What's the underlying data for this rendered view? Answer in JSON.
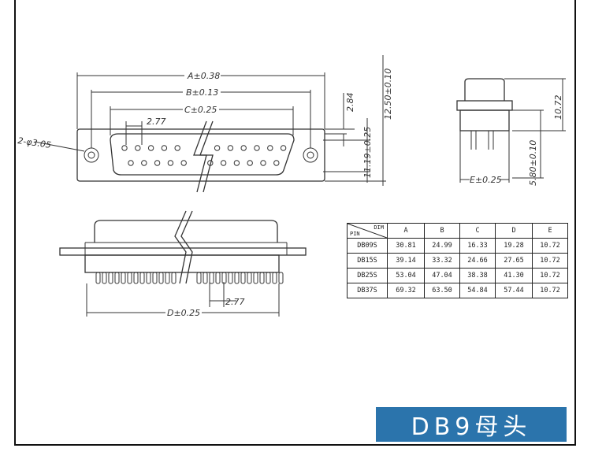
{
  "dimensions": {
    "a": "A±0.38",
    "b": "B±0.13",
    "c": "C±0.25",
    "pitch_top": "2.77",
    "hole": "2-φ3.05",
    "shell_height": "2.84",
    "body_height": "12.50±0.10",
    "pin_row": "11.19±0.25",
    "side_height": "10.72",
    "e": "E±0.25",
    "side_depth": "5.80±0.10",
    "pitch_bottom": "2.77",
    "d": "D±0.25"
  },
  "table": {
    "corner_dim": "DIM",
    "corner_pin": "PIN",
    "headers": [
      "A",
      "B",
      "C",
      "D",
      "E"
    ],
    "rows": [
      {
        "pin": "DB09S",
        "values": [
          "30.81",
          "24.99",
          "16.33",
          "19.28",
          "10.72"
        ]
      },
      {
        "pin": "DB15S",
        "values": [
          "39.14",
          "33.32",
          "24.66",
          "27.65",
          "10.72"
        ]
      },
      {
        "pin": "DB25S",
        "values": [
          "53.04",
          "47.04",
          "38.38",
          "41.30",
          "10.72"
        ]
      },
      {
        "pin": "DB37S",
        "values": [
          "69.32",
          "63.50",
          "54.84",
          "57.44",
          "10.72"
        ]
      }
    ]
  },
  "title": "DB9母头"
}
